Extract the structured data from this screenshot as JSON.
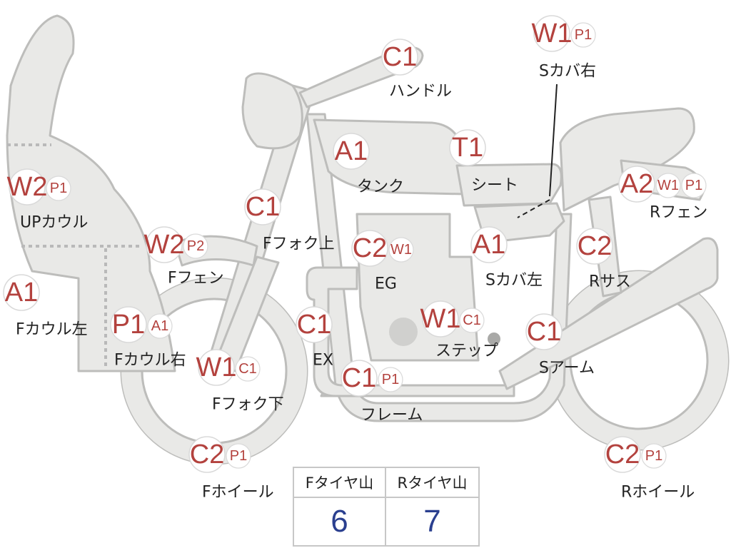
{
  "labels": {
    "up_cowl": "UPカウル",
    "f_cowl_left": "Fカウル左",
    "f_cowl_right": "Fカウル右",
    "f_fender": "Fフェン",
    "f_fork_upper": "Fフォク上",
    "f_fork_lower": "Fフォク下",
    "f_wheel": "Fホイール",
    "handle": "ハンドル",
    "tank": "タンク",
    "seat": "シート",
    "s_cover_right": "Sカバ右",
    "s_cover_left": "Sカバ左",
    "r_fender": "Rフェン",
    "r_sus": "Rサス",
    "eg": "EG",
    "ex": "EX",
    "step": "ステップ",
    "s_arm": "Sアーム",
    "frame": "フレーム",
    "r_wheel": "Rホイール"
  },
  "grades": {
    "up_cowl": [
      "W2",
      "P1"
    ],
    "f_cowl_left": [
      "A1"
    ],
    "f_cowl_right": [
      "P1",
      "A1"
    ],
    "f_fender": [
      "W2",
      "P2"
    ],
    "f_fork_upper": [
      "C1"
    ],
    "f_fork_lower": [
      "W1",
      "C1"
    ],
    "f_wheel": [
      "C2",
      "P1"
    ],
    "handle": [
      "C1"
    ],
    "tank": [
      "A1"
    ],
    "seat": [
      "T1"
    ],
    "s_cover_right": [
      "W1",
      "P1"
    ],
    "s_cover_left": [
      "A1"
    ],
    "r_fender": [
      "A2",
      "W1",
      "P1"
    ],
    "r_sus": [
      "C2"
    ],
    "eg": [
      "C2",
      "W1"
    ],
    "ex": [
      "C1"
    ],
    "step": [
      "W1",
      "C1"
    ],
    "s_arm": [
      "C1"
    ],
    "frame": [
      "C1",
      "P1"
    ],
    "r_wheel": [
      "C2",
      "P1"
    ]
  },
  "tire_table": {
    "headers": [
      "Fタイヤ山",
      "Rタイヤ山"
    ],
    "values": [
      "6",
      "7"
    ]
  },
  "colors": {
    "grade_text": "#b3423e",
    "tire_value": "#2a3f8f",
    "part_fill": "#e9e9e7",
    "part_stroke": "#bdbdbb"
  }
}
